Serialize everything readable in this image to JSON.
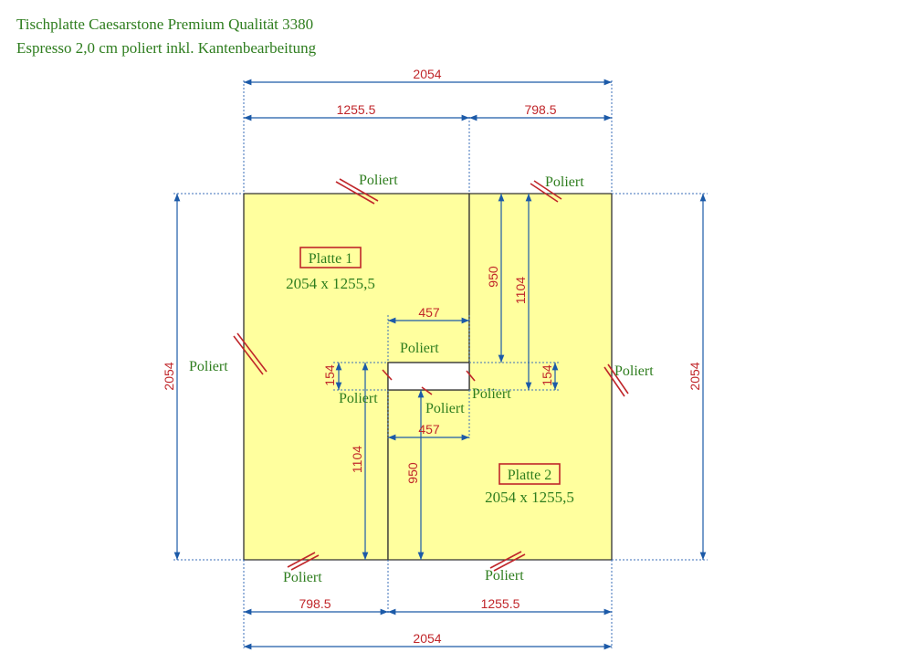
{
  "title": {
    "line1": "Tischplatte Caesarstone Premium Qualität 3380",
    "line2": "Espresso 2,0 cm poliert inkl. Kantenbearbeitung"
  },
  "colors": {
    "plate_fill": "#ffff9e",
    "outline": "#333333",
    "dimension_line": "#1c5aa8",
    "dimension_text": "#c0262a",
    "label_text": "#2e7d1e"
  },
  "plates": [
    {
      "name": "Platte 1",
      "size": "2054 x 1255,5"
    },
    {
      "name": "Platte 2",
      "size": "2054 x 1255,5"
    }
  ],
  "dimensions": {
    "total_width_top": "2054",
    "top_left": "1255.5",
    "top_right": "798.5",
    "total_height_left": "2054",
    "total_height_right": "2054",
    "right_inner_950": "950",
    "right_inner_1104": "1104",
    "notch_top_width": "457",
    "notch_bottom_width": "457",
    "notch_left_height": "154",
    "notch_right_height": "154",
    "left_inner_1104": "1104",
    "left_inner_950": "950",
    "bottom_left": "798.5",
    "bottom_right": "1255.5",
    "total_width_bottom": "2054"
  },
  "edge_label": "Poliert"
}
